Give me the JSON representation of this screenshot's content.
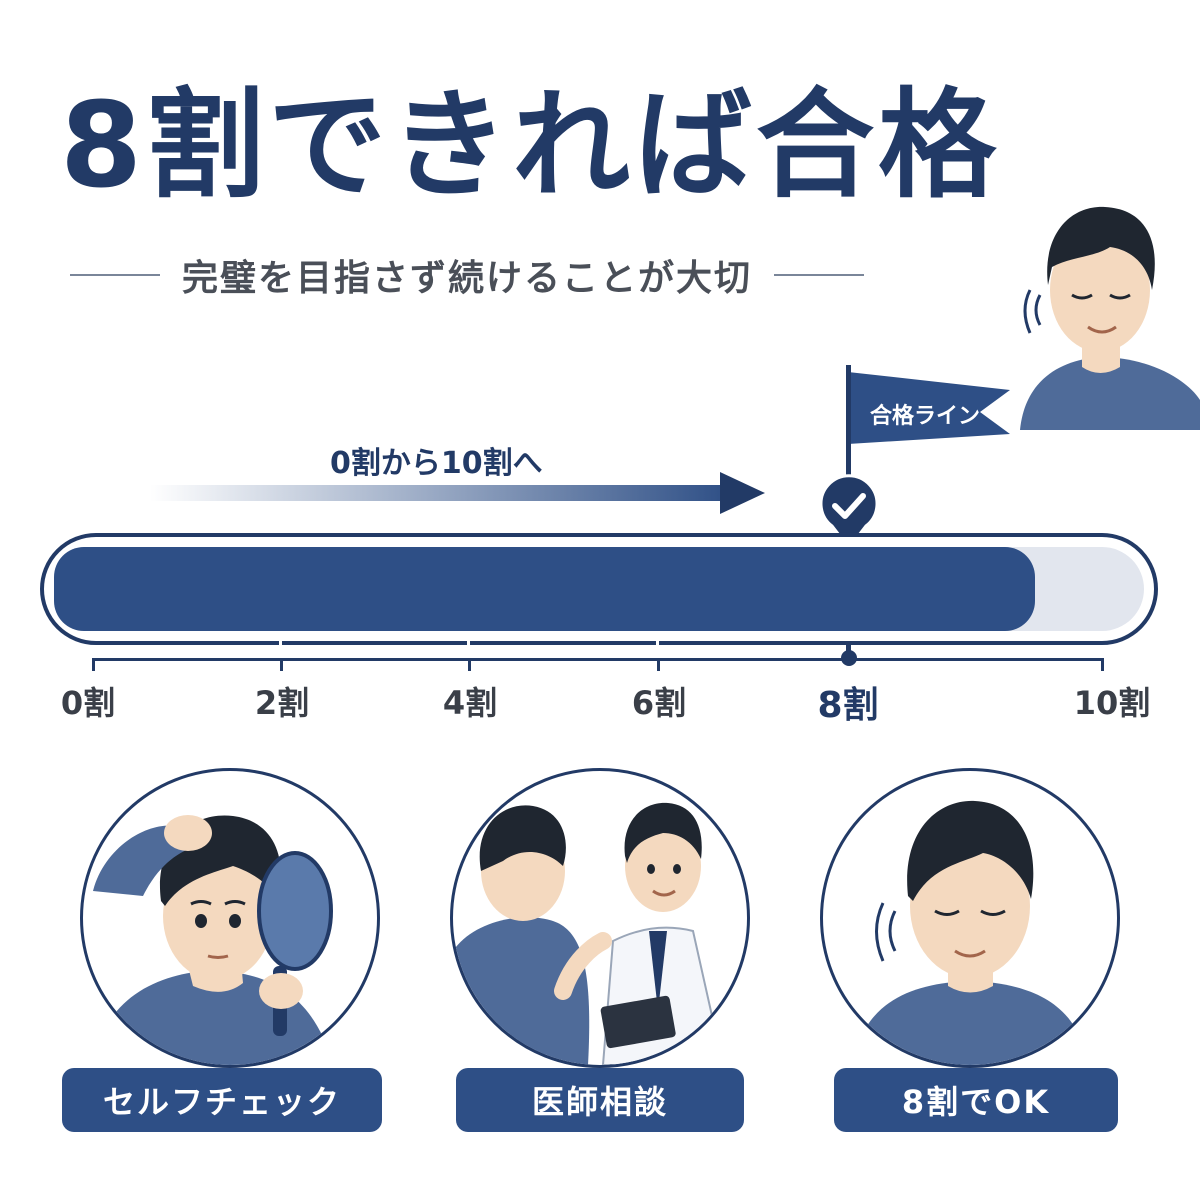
{
  "title": "8割できれば合格",
  "subtitle": "完璧を目指さず続けることが大切",
  "arrow_caption": "0割から10割へ",
  "pass_line_label": "合格ライン",
  "progress": {
    "fill_ratio": 0.9,
    "pass_value": 8,
    "max_value": 10,
    "axis_labels": [
      "0割",
      "2割",
      "4割",
      "6割",
      "8割",
      "10割"
    ]
  },
  "steps": [
    {
      "label": "セルフチェック",
      "illustration": "man-checking-hair-with-hand-mirror"
    },
    {
      "label": "医師相談",
      "illustration": "man-consulting-doctor"
    },
    {
      "label": "8割でOK",
      "illustration": "man-relaxed-smiling"
    }
  ],
  "colors": {
    "navy": "#223a66",
    "fill": "#2e4f86",
    "track": "#e2e6ee",
    "skin": "#f4d9bf",
    "hair": "#1f2630",
    "shirt": "#4f6b99"
  },
  "icons": {
    "check": "check-icon",
    "flag": "flag-icon",
    "arrow": "arrow-right-icon"
  }
}
